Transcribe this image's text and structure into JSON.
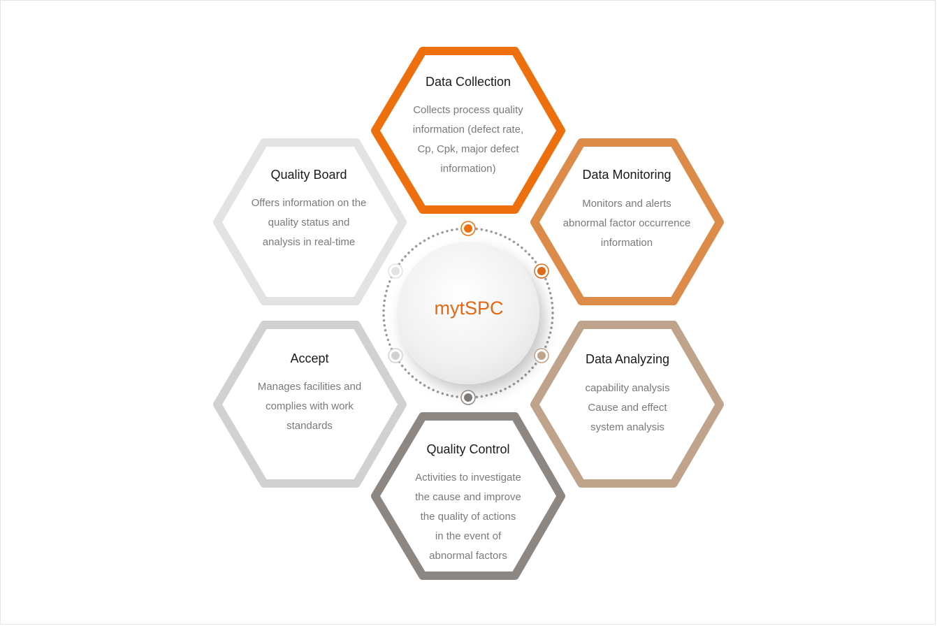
{
  "center": {
    "label": "mytSPC",
    "color": "#e5670f"
  },
  "modules": [
    {
      "id": "data-collection",
      "title": "Data Collection",
      "color": "#ee6f0e",
      "lines": [
        "Collects process quality",
        "information (defect rate,",
        "Cp, Cpk, major defect",
        "information)"
      ]
    },
    {
      "id": "data-monitoring",
      "title": "Data Monitoring",
      "color": "#dc8b49",
      "lines": [
        "Monitors and alerts",
        "abnormal factor occurrence",
        "information"
      ]
    },
    {
      "id": "data-analyzing",
      "title": "Data Analyzing",
      "color": "#bfa38b",
      "lines": [
        "capability analysis",
        "Cause and effect",
        "system analysis"
      ]
    },
    {
      "id": "quality-control",
      "title": "Quality Control",
      "color": "#8c8783",
      "lines": [
        "Activities to investigate",
        "the cause and improve",
        "the quality of actions",
        "in the event of",
        "abnormal factors"
      ]
    },
    {
      "id": "accept",
      "title": "Accept",
      "color": "#d1d1d1",
      "lines": [
        "Manages facilities and",
        "complies with work",
        "standards"
      ]
    },
    {
      "id": "quality-board",
      "title": "Quality Board",
      "color": "#e3e3e3",
      "lines": [
        "Offers information on the",
        "quality status and",
        "analysis in real-time"
      ]
    }
  ]
}
